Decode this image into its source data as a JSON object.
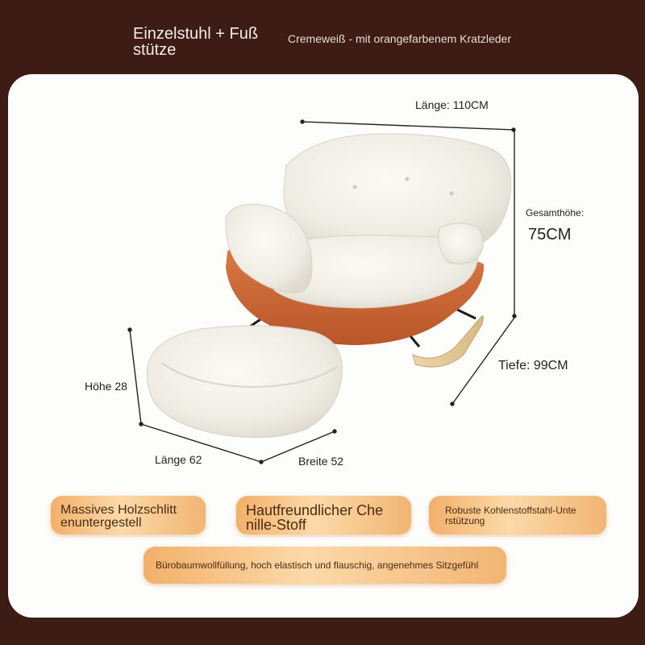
{
  "header": {
    "title_line1": "Einzelstuhl + Fuß",
    "title_line2": "stütze",
    "subtitle": "Cremeweiß - mit orangefarbenem Kratzleder"
  },
  "dimensions": {
    "length": "Länge: 110CM",
    "total_height_label": "Gesamthöhe:",
    "total_height_value": "75CM",
    "depth": "Tiefe: 99CM",
    "ottoman_height": "Höhe 28",
    "ottoman_length": "Länge 62",
    "ottoman_width": "Breite 52"
  },
  "features": {
    "wood_line1": "Massives Holzschlitt",
    "wood_line2": "enuntergestell",
    "fabric_line1": "Hautfreundlicher Che",
    "fabric_line2": "nille-Stoff",
    "steel_line1": "Robuste Kohlenstoffstahl-Unte",
    "steel_line2": "rstützung",
    "filling": "Bürobaumwollfüllung, hoch elastisch und flauschig, angenehmes Sitzgefühl"
  },
  "colors": {
    "background": "#3d1c15",
    "card": "#fdfdfb",
    "cream": "#f1eee6",
    "orange_leather": "#c8652f",
    "wood": "#e3c89a"
  }
}
